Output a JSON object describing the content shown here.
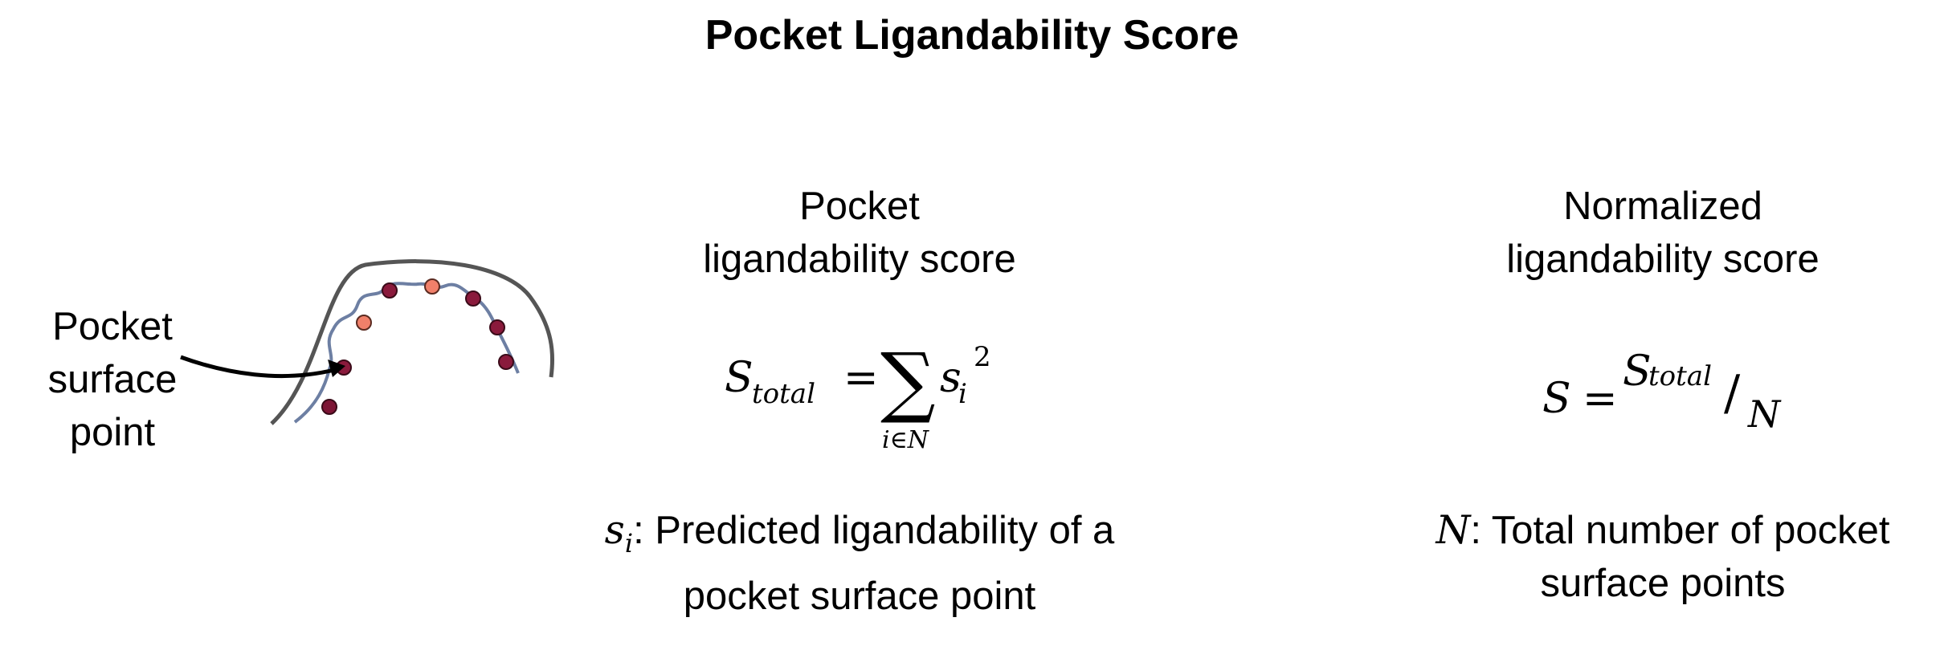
{
  "title": "Pocket Ligandability Score",
  "pocket_label": {
    "line1": "Pocket",
    "line2": "surface",
    "line3": "point"
  },
  "column1": {
    "heading_line1": "Pocket",
    "heading_line2": "ligandability score",
    "formula": {
      "lhs": "S",
      "lhs_sub": "total",
      "eq": "=",
      "sum": "∑",
      "sum_index": "i∈N",
      "term": "s",
      "term_sub": "i",
      "term_sup": "2"
    },
    "definition": {
      "symbol": "s",
      "symbol_sub": "i",
      "text_line1": ": Predicted ligandability of a",
      "text_line2": "pocket surface point"
    }
  },
  "column2": {
    "heading_line1": "Normalized",
    "heading_line2": "ligandability score",
    "formula": {
      "lhs": "S",
      "eq": "=",
      "num": "S",
      "num_sub": "total",
      "slash": "/",
      "den": "N"
    },
    "definition": {
      "symbol": "N",
      "text_line1": ": Total number of pocket",
      "text_line2": "surface points"
    }
  },
  "colors": {
    "outline": "#555555",
    "surface_line": "#6d7fa3",
    "point_dark": "#8a1a3c",
    "point_light": "#f0806a"
  }
}
